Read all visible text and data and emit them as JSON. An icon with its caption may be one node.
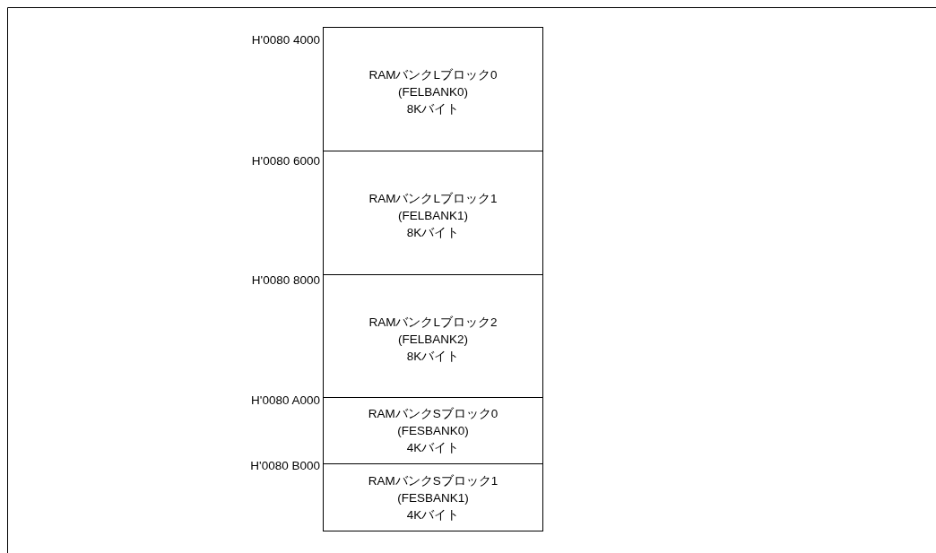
{
  "diagram": {
    "nodes": [
      {
        "text": [
          "RAMバンクLブロック0",
          "(FELBANK0)",
          "8Kバイト"
        ]
      },
      {
        "text": [
          "RAMバンクLブロック1",
          "(FELBANK1)",
          "8Kバイト"
        ]
      },
      {
        "text": [
          "RAMバンクLブロック2",
          "(FELBANK2)",
          "8Kバイト"
        ]
      },
      {
        "text": [
          "RAMバンクSブロック0",
          "(FESBANK0)",
          "4Kバイト"
        ]
      },
      {
        "text": [
          "RAMバンクSブロック1",
          "(FESBANK1)",
          "4Kバイト"
        ]
      }
    ],
    "labels": [
      "H'0080 4000",
      "H'0080 6000",
      "H'0080 8000",
      "H'0080 A000",
      "H'0080 B000"
    ]
  }
}
